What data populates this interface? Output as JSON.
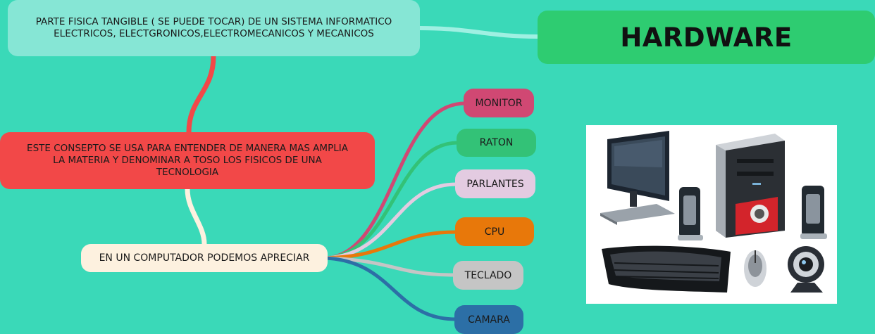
{
  "main_topic": "HARDWARE",
  "definition": {
    "line1": "PARTE FISICA TANGIBLE ( SE PUEDE TOCAR) DE UN SISTEMA INFORMATICO",
    "line2": "ELECTRICOS, ELECTGRONICOS,ELECTROMECANICOS Y MECANICOS"
  },
  "concept": {
    "line1": "ESTE CONSEPTO SE USA PARA ENTENDER DE MANERA MAS AMPLIA",
    "line2": "LA MATERIA Y DENOMINAR A TOSO LOS FISICOS DE UNA",
    "line3": "TECNOLOGIA"
  },
  "computer_node": "EN UN COMPUTADOR PODEMOS APRECIAR",
  "components": [
    "MONITOR",
    "RATON",
    "PARLANTES",
    "CPU",
    "TECLADO",
    "CAMARA"
  ],
  "colors": {
    "background": "#3ad9b8",
    "main_topic": "#2ecc71",
    "definition": "#86e6d5",
    "concept": "#f24848",
    "computer_node": "#fdf1df",
    "monitor": "#d04873",
    "raton": "#33c277",
    "parlantes": "#e3cbe1",
    "cpu": "#e8780a",
    "teclado": "#c5c5c5",
    "camara": "#2c6fa6"
  },
  "photo": {
    "depicts": [
      "monitor-icon",
      "cpu-tower-icon",
      "speaker-icon",
      "keyboard-icon",
      "mouse-icon",
      "webcam-icon"
    ]
  }
}
